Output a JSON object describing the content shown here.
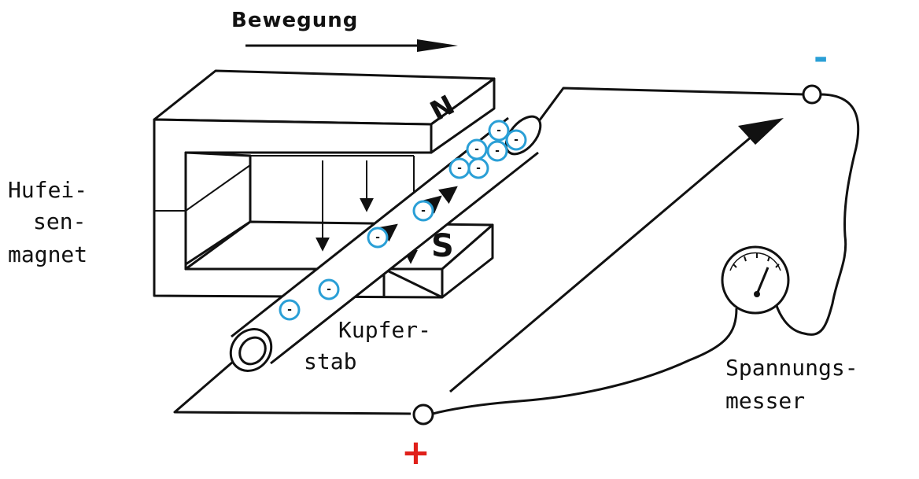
{
  "labels": {
    "motion": "Bewegung",
    "magnet_line1": "Hufei-",
    "magnet_line2": "sen-",
    "magnet_line3": "magnet",
    "rod_line1": "Kupfer-",
    "rod_line2": "stab",
    "meter_line1": "Spannungs-",
    "meter_line2": "messer",
    "pole_north": "N",
    "pole_south": "S",
    "terminal_negative": "-",
    "terminal_positive": "+"
  },
  "electron_symbol": "-",
  "colors": {
    "line": "#111111",
    "electron": "#2a9fd6",
    "negative": "#2a9fd6",
    "positive": "#e0201a"
  }
}
